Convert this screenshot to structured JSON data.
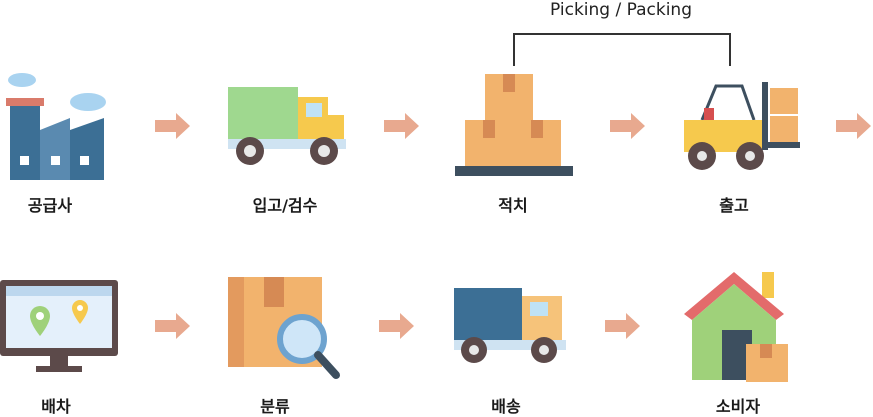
{
  "bracket": {
    "title": "Picking / Packing"
  },
  "steps": [
    {
      "label": "공급사",
      "icon": "factory-icon"
    },
    {
      "label": "입고/검수",
      "icon": "truck-icon"
    },
    {
      "label": "적치",
      "icon": "pallet-boxes-icon"
    },
    {
      "label": "출고",
      "icon": "forklift-icon"
    },
    {
      "label": "배차",
      "icon": "map-monitor-icon"
    },
    {
      "label": "분류",
      "icon": "box-magnifier-icon"
    },
    {
      "label": "배송",
      "icon": "delivery-truck-icon"
    },
    {
      "label": "소비자",
      "icon": "house-icon"
    }
  ],
  "colors": {
    "arrow": "#e8a98f",
    "truck_yellow": "#f6c94d",
    "box": "#f2b36d",
    "roof": "#e36b6b",
    "house": "#9fd17a",
    "screen": "#e4f0fb",
    "monitor": "#5c4a4a"
  }
}
